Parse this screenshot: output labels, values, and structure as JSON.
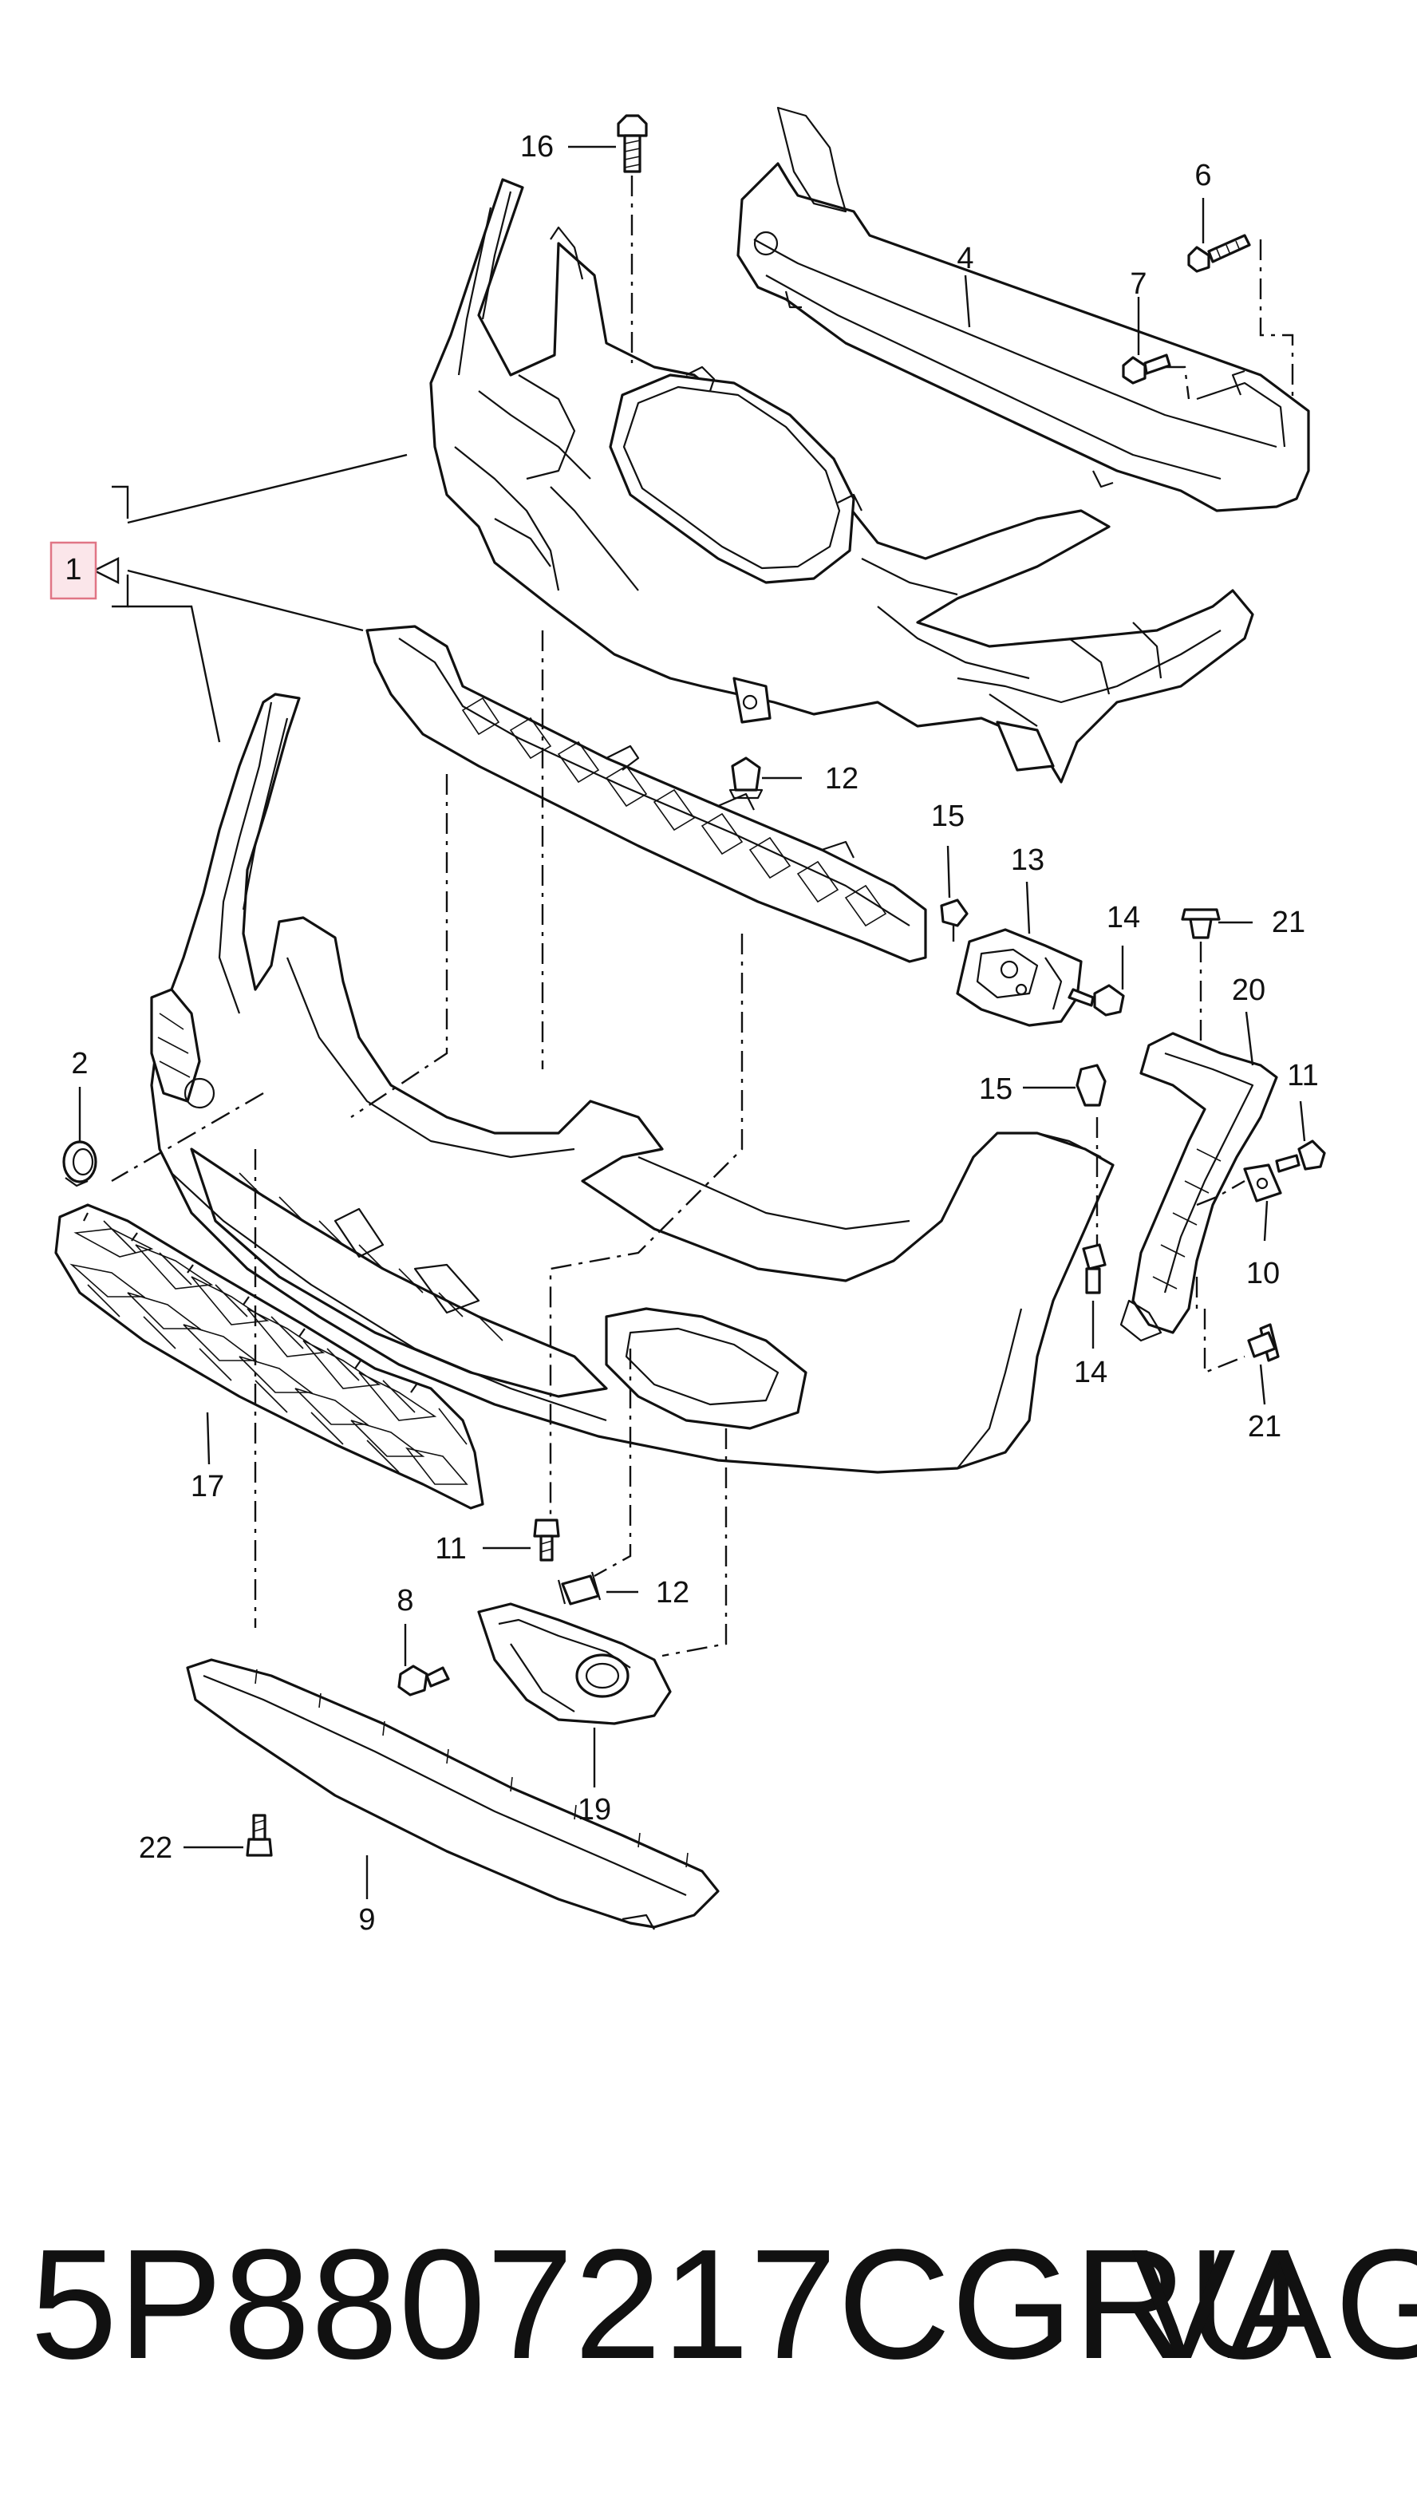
{
  "callouts": {
    "c1": "1",
    "c2": "2",
    "c4": "4",
    "c6": "6",
    "c7": "7",
    "c8": "8",
    "c9": "9",
    "c10": "10",
    "c11a": "11",
    "c11b": "11",
    "c12a": "12",
    "c12b": "12",
    "c13": "13",
    "c14a": "14",
    "c14b": "14",
    "c15a": "15",
    "c15b": "15",
    "c16": "16",
    "c17": "17",
    "c19": "19",
    "c20": "20",
    "c21a": "21",
    "c21b": "21",
    "c22": "22"
  },
  "footer": {
    "part_number": "5P8807217CGRU",
    "brand": "VAG"
  },
  "colors": {
    "line": "#111111",
    "highlight_fill": "#fbe6ea",
    "highlight_stroke": "#e07585"
  }
}
